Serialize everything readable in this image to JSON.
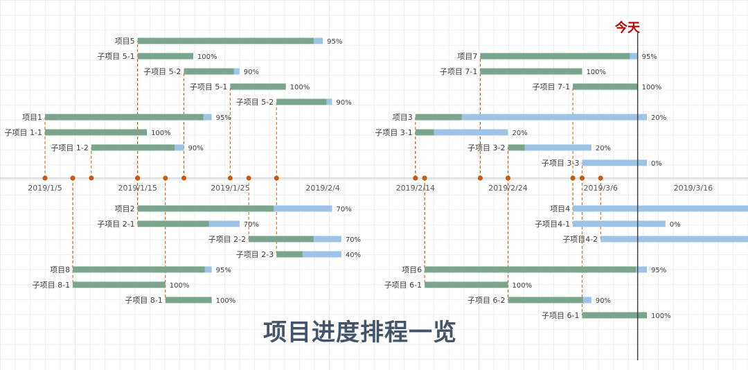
{
  "title": "项目进度排程一览",
  "today_label": "今天",
  "chart_data": {
    "type": "bar",
    "subtype": "gantt-timeline",
    "x_axis": {
      "type": "date",
      "range": [
        "2019/1/1",
        "2019/3/22"
      ],
      "ticks": [
        "2019/1/5",
        "2019/1/15",
        "2019/1/25",
        "2019/2/4",
        "2019/2/14",
        "2019/2/24",
        "2019/3/6",
        "2019/3/16"
      ]
    },
    "today": "2019/3/10",
    "grid": true,
    "colors": {
      "done": "#7ba58c",
      "remaining": "#9dc3e6",
      "axis": "#bfbfbf",
      "milestone": "#c55a11",
      "today_line": "#404040",
      "today_text": "#c00000",
      "title": "#44546a"
    },
    "tasks": [
      {
        "name": "项目5",
        "start": "2019/1/15",
        "end": "2019/2/4",
        "percent": 95,
        "row": -9
      },
      {
        "name": "子项目 5-1",
        "start": "2019/1/15",
        "end": "2019/1/21",
        "percent": 100,
        "row": -8
      },
      {
        "name": "子项目 5-2",
        "start": "2019/1/20",
        "end": "2019/1/26",
        "percent": 90,
        "row": -7
      },
      {
        "name": "子项目 5-1",
        "start": "2019/1/25",
        "end": "2019/1/31",
        "percent": 100,
        "row": -6
      },
      {
        "name": "子项目 5-2",
        "start": "2019/1/30",
        "end": "2019/2/5",
        "percent": 90,
        "row": -5
      },
      {
        "name": "项目1",
        "start": "2019/1/5",
        "end": "2019/1/23",
        "percent": 95,
        "row": -4
      },
      {
        "name": "子项目 1-1",
        "start": "2019/1/5",
        "end": "2019/1/16",
        "percent": 100,
        "row": -3
      },
      {
        "name": "子项目 1-2",
        "start": "2019/1/10",
        "end": "2019/1/20",
        "percent": 90,
        "row": -2
      },
      {
        "name": "项目7",
        "start": "2019/2/21",
        "end": "2019/3/10",
        "percent": 95,
        "row": -8
      },
      {
        "name": "子项目 7-1",
        "start": "2019/2/21",
        "end": "2019/3/4",
        "percent": 100,
        "row": -7
      },
      {
        "name": "子项目 7-1",
        "start": "2019/3/3",
        "end": "2019/3/10",
        "percent": 100,
        "row": -6
      },
      {
        "name": "项目3",
        "start": "2019/2/14",
        "end": "2019/3/11",
        "percent": 20,
        "row": -4
      },
      {
        "name": "子项目 3-1",
        "start": "2019/2/14",
        "end": "2019/2/24",
        "percent": 20,
        "row": -3
      },
      {
        "name": "子项目 3-2",
        "start": "2019/2/24",
        "end": "2019/3/5",
        "percent": 20,
        "row": -2
      },
      {
        "name": "子项目 3-3",
        "start": "2019/3/4",
        "end": "2019/3/11",
        "percent": 0,
        "row": -1
      },
      {
        "name": "项目2",
        "start": "2019/1/15",
        "end": "2019/2/5",
        "percent": 70,
        "row": 2
      },
      {
        "name": "子项目 2-1",
        "start": "2019/1/15",
        "end": "2019/1/26",
        "percent": 70,
        "row": 3
      },
      {
        "name": "子项目 2-2",
        "start": "2019/1/27",
        "end": "2019/2/6",
        "percent": 70,
        "row": 4
      },
      {
        "name": "子项目 2-3",
        "start": "2019/1/30",
        "end": "2019/2/6",
        "percent": 40,
        "row": 5
      },
      {
        "name": "项目8",
        "start": "2019/1/8",
        "end": "2019/1/23",
        "percent": 95,
        "row": 6
      },
      {
        "name": "子项目 8-1",
        "start": "2019/1/8",
        "end": "2019/1/18",
        "percent": 100,
        "row": 7
      },
      {
        "name": "子项目 8-1",
        "start": "2019/1/18",
        "end": "2019/1/23",
        "percent": 100,
        "row": 8
      },
      {
        "name": "项目4",
        "start": "2019/3/3",
        "end": "2019/3/22",
        "percent": 0,
        "row": 2
      },
      {
        "name": "子项目4-1",
        "start": "2019/3/3",
        "end": "2019/3/13",
        "percent": 0,
        "row": 3
      },
      {
        "name": "子项目4-2",
        "start": "2019/3/6",
        "end": "2019/3/22",
        "percent": 0,
        "row": 4
      },
      {
        "name": "项目6",
        "start": "2019/2/15",
        "end": "2019/3/11",
        "percent": 95,
        "row": 6
      },
      {
        "name": "子项目 6-1",
        "start": "2019/2/15",
        "end": "2019/2/24",
        "percent": 100,
        "row": 7
      },
      {
        "name": "子项目 6-2",
        "start": "2019/2/24",
        "end": "2019/3/5",
        "percent": 90,
        "row": 8
      },
      {
        "name": "子项目 6-1",
        "start": "2019/3/4",
        "end": "2019/3/11",
        "percent": 100,
        "row": 9
      }
    ]
  }
}
